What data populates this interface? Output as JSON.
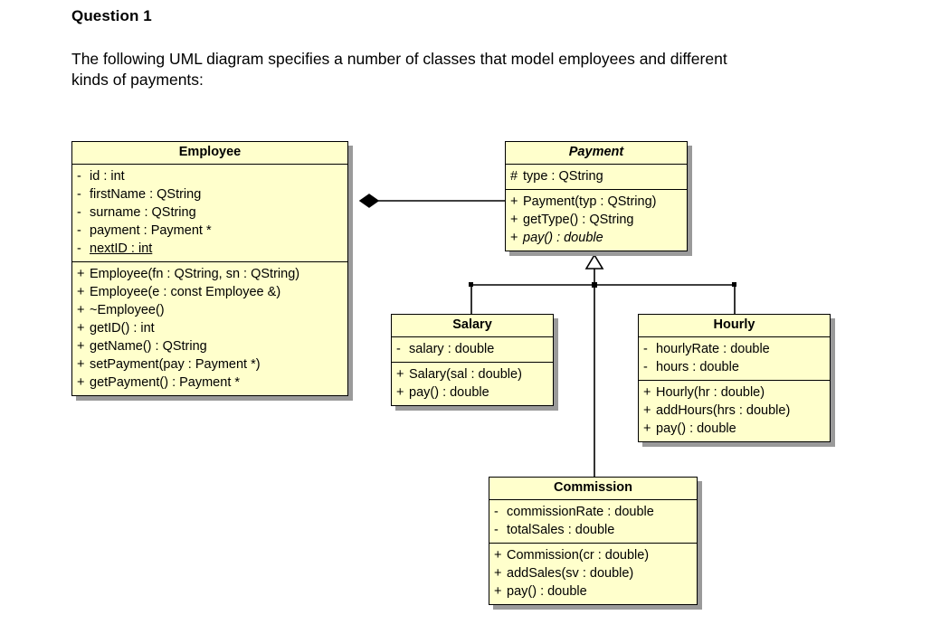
{
  "question": {
    "heading": "Question 1",
    "prompt": "The following UML diagram specifies a number of classes that model employees and different\nkinds of payments:"
  },
  "theme": {
    "class_fill": "#FFFFCC",
    "class_border": "#000000",
    "shadow": "#9A9A9A",
    "page_background": "#FFFFFF",
    "text": "#000000"
  },
  "diagram": {
    "type": "uml-class-diagram",
    "classes": [
      {
        "id": "employee",
        "name": "Employee",
        "abstract": false,
        "attributes": [
          {
            "visibility": "-",
            "text": "id : int",
            "static": false,
            "abstract": false
          },
          {
            "visibility": "-",
            "text": "firstName : QString",
            "static": false,
            "abstract": false
          },
          {
            "visibility": "-",
            "text": "surname : QString",
            "static": false,
            "abstract": false
          },
          {
            "visibility": "-",
            "text": "payment : Payment *",
            "static": false,
            "abstract": false
          },
          {
            "visibility": "-",
            "text": "nextID : int",
            "static": true,
            "abstract": false
          }
        ],
        "operations": [
          {
            "visibility": "+",
            "text": "Employee(fn : QString, sn : QString)",
            "static": false,
            "abstract": false
          },
          {
            "visibility": "+",
            "text": "Employee(e : const Employee &)",
            "static": false,
            "abstract": false
          },
          {
            "visibility": "+",
            "text": "~Employee()",
            "static": false,
            "abstract": false
          },
          {
            "visibility": "+",
            "text": "getID() : int",
            "static": false,
            "abstract": false
          },
          {
            "visibility": "+",
            "text": "getName() : QString",
            "static": false,
            "abstract": false
          },
          {
            "visibility": "+",
            "text": "setPayment(pay : Payment *)",
            "static": false,
            "abstract": false
          },
          {
            "visibility": "+",
            "text": "getPayment() : Payment *",
            "static": false,
            "abstract": false
          }
        ]
      },
      {
        "id": "payment",
        "name": "Payment",
        "abstract": true,
        "attributes": [
          {
            "visibility": "#",
            "text": "type : QString",
            "static": false,
            "abstract": false
          }
        ],
        "operations": [
          {
            "visibility": "+",
            "text": "Payment(typ : QString)",
            "static": false,
            "abstract": false
          },
          {
            "visibility": "+",
            "text": "getType() : QString",
            "static": false,
            "abstract": false
          },
          {
            "visibility": "+",
            "text": "pay() : double",
            "static": false,
            "abstract": true
          }
        ]
      },
      {
        "id": "salary",
        "name": "Salary",
        "abstract": false,
        "attributes": [
          {
            "visibility": "-",
            "text": "salary : double",
            "static": false,
            "abstract": false
          }
        ],
        "operations": [
          {
            "visibility": "+",
            "text": "Salary(sal : double)",
            "static": false,
            "abstract": false
          },
          {
            "visibility": "+",
            "text": "pay() : double",
            "static": false,
            "abstract": false
          }
        ]
      },
      {
        "id": "hourly",
        "name": "Hourly",
        "abstract": false,
        "attributes": [
          {
            "visibility": "-",
            "text": "hourlyRate : double",
            "static": false,
            "abstract": false
          },
          {
            "visibility": "-",
            "text": "hours : double",
            "static": false,
            "abstract": false
          }
        ],
        "operations": [
          {
            "visibility": "+",
            "text": "Hourly(hr : double)",
            "static": false,
            "abstract": false
          },
          {
            "visibility": "+",
            "text": "addHours(hrs : double)",
            "static": false,
            "abstract": false
          },
          {
            "visibility": "+",
            "text": "pay() : double",
            "static": false,
            "abstract": false
          }
        ]
      },
      {
        "id": "commission",
        "name": "Commission",
        "abstract": false,
        "attributes": [
          {
            "visibility": "-",
            "text": "commissionRate : double",
            "static": false,
            "abstract": false
          },
          {
            "visibility": "-",
            "text": "totalSales : double",
            "static": false,
            "abstract": false
          }
        ],
        "operations": [
          {
            "visibility": "+",
            "text": "Commission(cr : double)",
            "static": false,
            "abstract": false
          },
          {
            "visibility": "+",
            "text": "addSales(sv : double)",
            "static": false,
            "abstract": false
          },
          {
            "visibility": "+",
            "text": "pay() : double",
            "static": false,
            "abstract": false
          }
        ]
      }
    ],
    "relationships": [
      {
        "id": "employee-payment",
        "kind": "composition",
        "from": "employee",
        "to": "payment"
      },
      {
        "id": "salary-payment",
        "kind": "generalization",
        "from": "salary",
        "to": "payment"
      },
      {
        "id": "hourly-payment",
        "kind": "generalization",
        "from": "hourly",
        "to": "payment"
      },
      {
        "id": "commission-payment",
        "kind": "generalization",
        "from": "commission",
        "to": "payment"
      }
    ]
  }
}
